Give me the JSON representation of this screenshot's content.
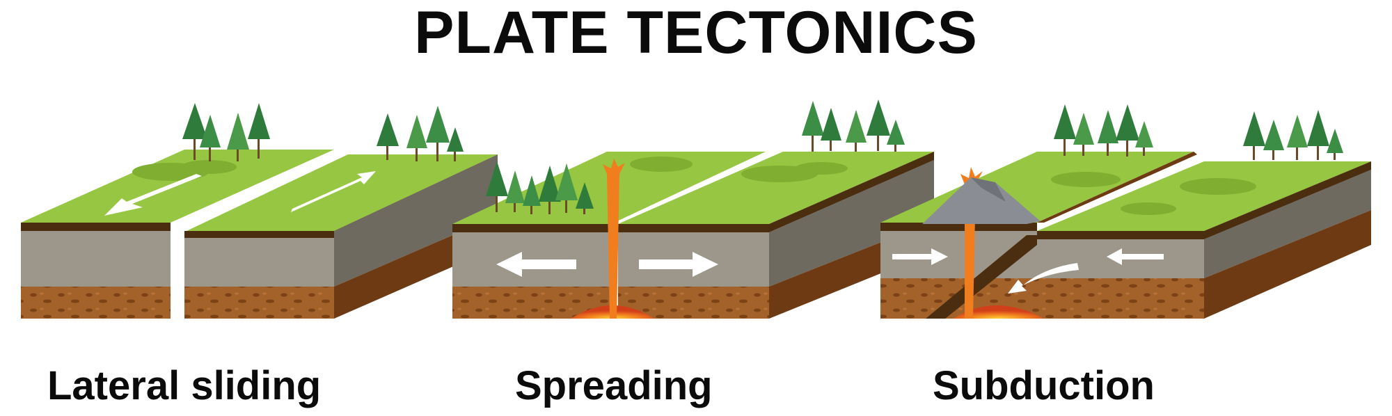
{
  "title": "PLATE TECTONICS",
  "panels": [
    {
      "label": "Lateral sliding"
    },
    {
      "label": "Spreading"
    },
    {
      "label": "Subduction"
    }
  ],
  "colors": {
    "grass": "#97c642",
    "grass_dark": "#7fae30",
    "topsoil": "#4a2e0f",
    "rock_front": "#9c978a",
    "rock_side": "#6f6a5f",
    "dirt_front": "#a2622a",
    "dirt_side": "#6e3a13",
    "magma": "#f07d1e",
    "arrow": "#ffffff",
    "volcano": "#8a8d93",
    "tree": "#2f7b3c"
  },
  "icons": [
    "tree-icon",
    "hill-icon",
    "volcano-icon",
    "lava-icon",
    "arrow-icon"
  ]
}
